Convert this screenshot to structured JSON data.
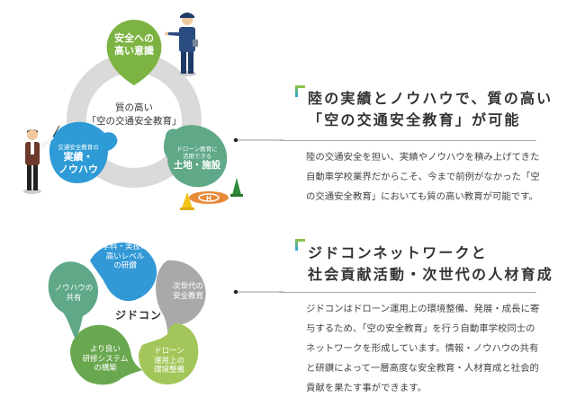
{
  "colors": {
    "green": "#7cb342",
    "blue": "#2e9bd6",
    "teal": "#5aa67e",
    "grey_ring": "#d9d9d9",
    "grey_bubble": "#a8a8a8",
    "light_green": "#a3c65a",
    "mid_green": "#6aa84f",
    "sea_green": "#5fa888",
    "text": "#333333",
    "accent_gradient_top": "#8bc34a",
    "accent_gradient_bottom": "#29a3d6"
  },
  "section1": {
    "diagram": {
      "center_line1": "質の高い",
      "center_line2": "「空の交通安全教育」",
      "top_bubble": [
        "安全への",
        "高い意識"
      ],
      "left_bubble": {
        "small": "交通安全教育の",
        "large1": "実績・",
        "large2": "ノウハウ"
      },
      "right_bubble": {
        "small1": "ドローン教育に",
        "small2": "活用できる",
        "large": "土地・施設"
      }
    },
    "heading_line1": "陸の実績とノウハウで、質の高い",
    "heading_line2": "「空の交通安全教育」が可能",
    "body": "陸の交通安全を担い、実績やノウハウを積み上げてきた自動車学校業界だからこそ、今まで前例がなかった「空の交通安全教育」においても質の高い教育が可能です。"
  },
  "section2": {
    "diagram": {
      "center_logo": "ジドコン",
      "bubbles": [
        [
          "学科・実技の",
          "高いレベル",
          "の研鑽"
        ],
        [
          "次世代の",
          "安全教育"
        ],
        [
          "ドローン",
          "運用上の",
          "環境整備"
        ],
        [
          "より良い",
          "研修システム",
          "の構築"
        ],
        [
          "ノウハウの",
          "共有"
        ]
      ]
    },
    "heading_line1": "ジドコンネットワークと",
    "heading_line2": "社会貢献活動・次世代の人材育成",
    "body": "ジドコンはドローン運用上の環境整備、発展・成長に寄与するため、「空の安全教育」を行う自動車学校同士のネットワークを形成しています。情報・ノウハウの共有と研鑽によって一層高度な安全教育・人材育成と社会的貢献を果たす事ができます。"
  }
}
